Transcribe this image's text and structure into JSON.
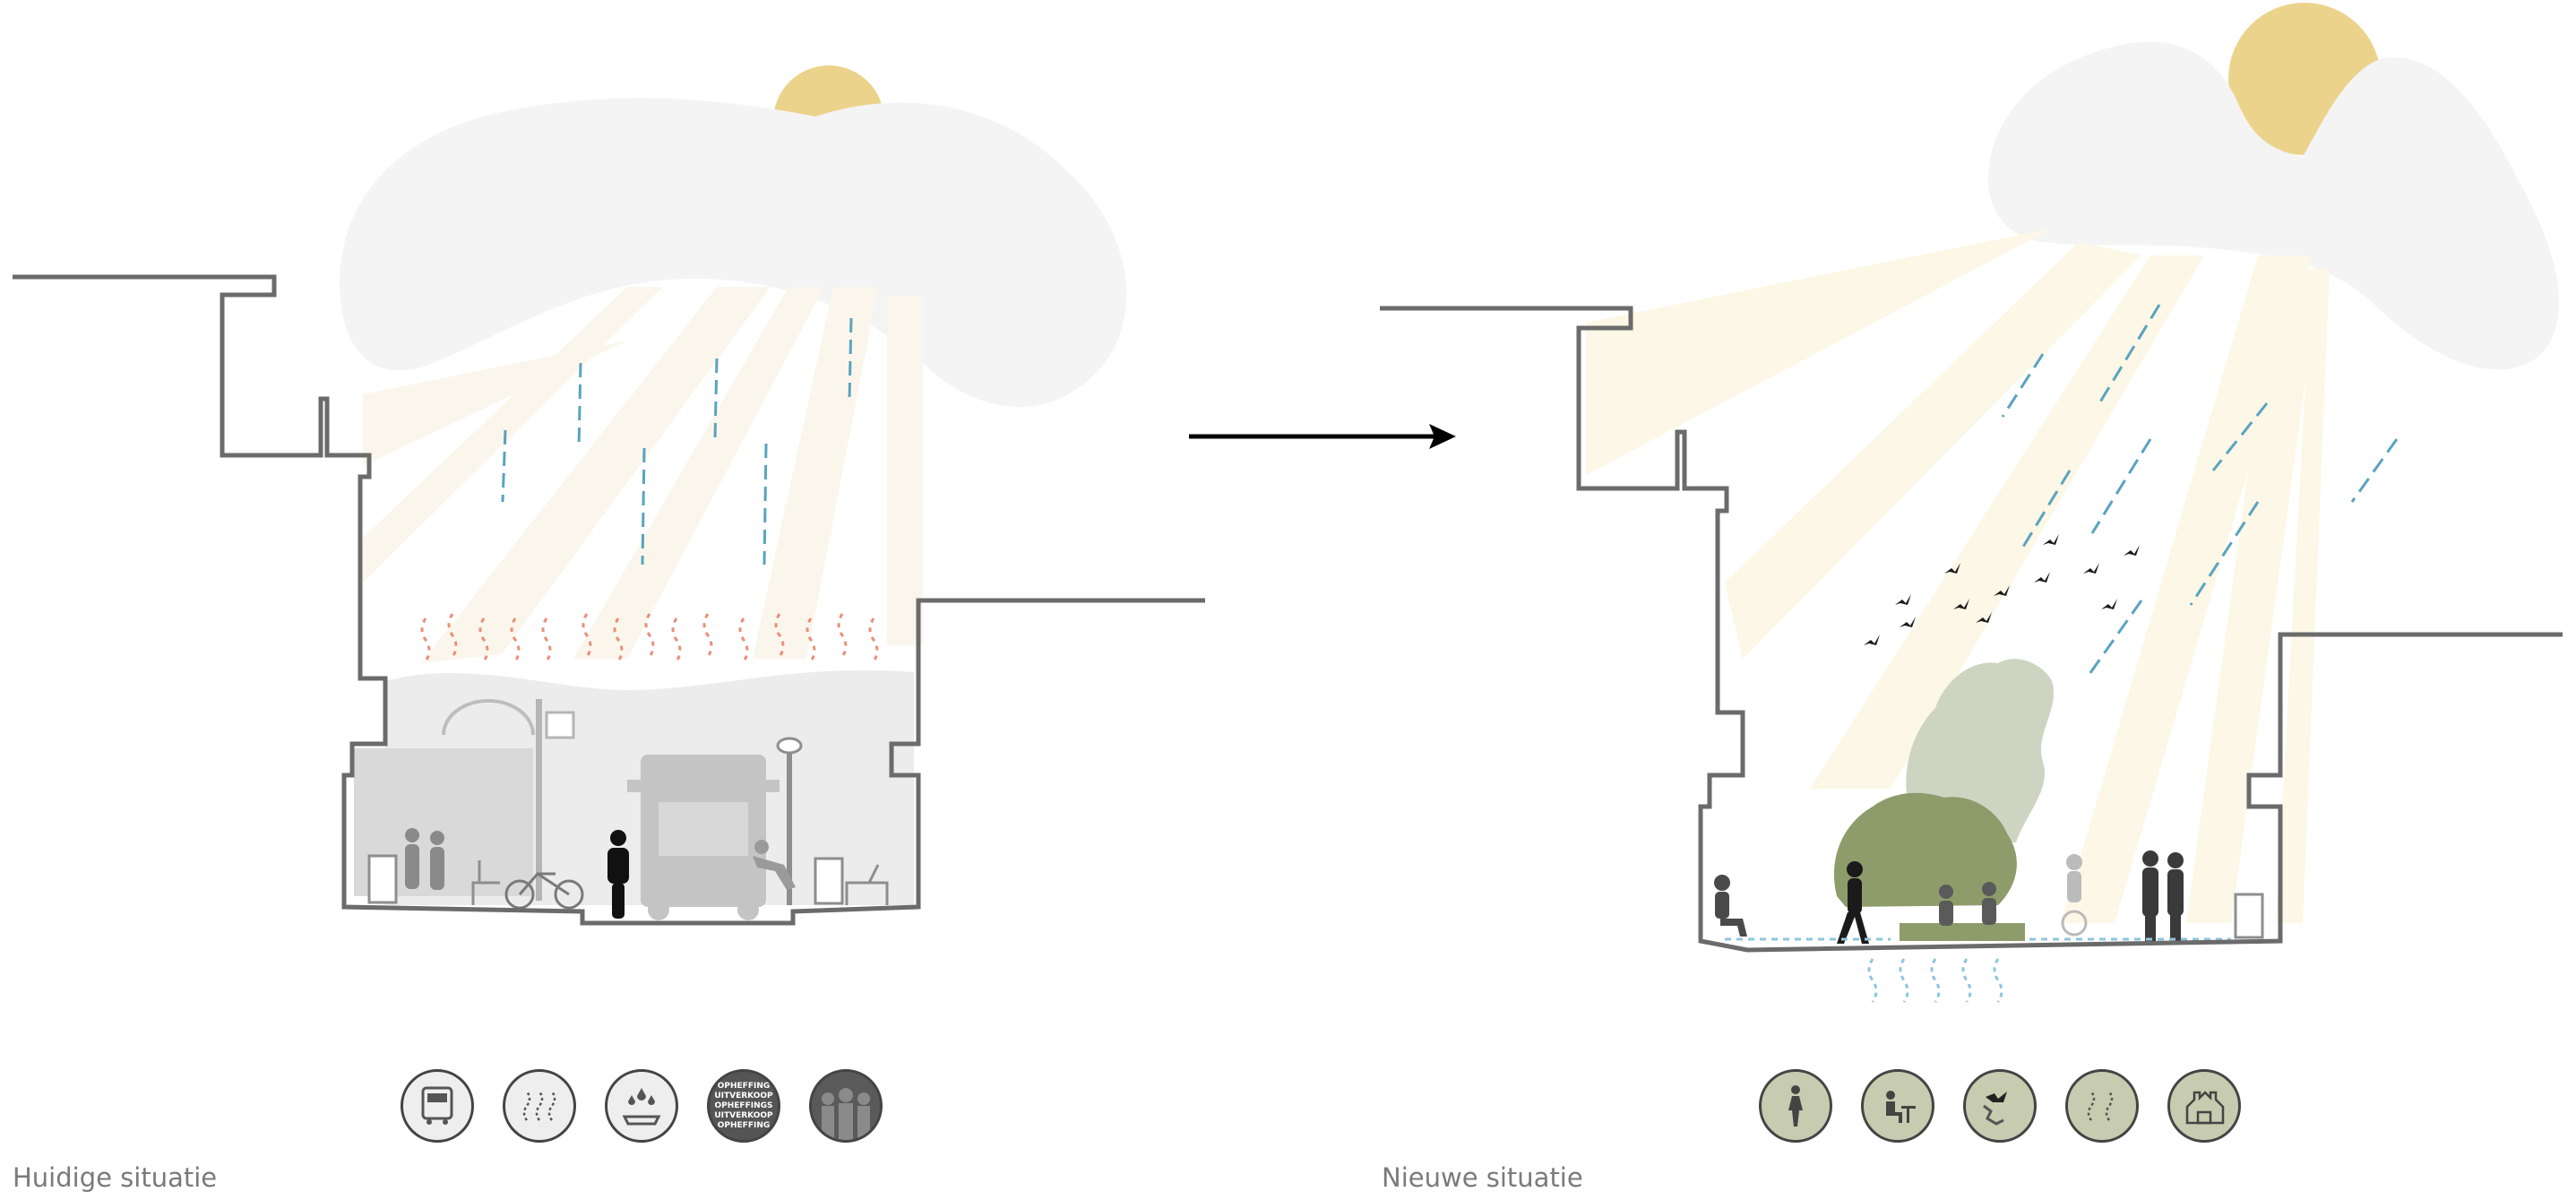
{
  "captions": {
    "current": "Huidige situatie",
    "new": "Nieuwe situatie"
  },
  "colors": {
    "wall": "#6b6b6b",
    "cloud": "#f4f4f4",
    "sun": "#ecd38b",
    "sunrays": "#fcf6e6",
    "rain": "#5aa3bf",
    "heat": "#e8907a",
    "greenery": "#8e9c6b",
    "greenery_light": "#cdd5c2",
    "badge_current": "#eeeeee",
    "badge_new": "#c7cbb0",
    "drainage": "#8ec5dc"
  },
  "icons_current": [
    {
      "name": "truck-icon"
    },
    {
      "name": "heat-flow-icon"
    },
    {
      "name": "rain-pavement-icon"
    },
    {
      "name": "sale-sign-icon",
      "lines": [
        "OPHEFFING",
        "UITVERKOOP",
        "OPHEFFINGS",
        "UITVERKOOP",
        "OPHEFFING"
      ]
    },
    {
      "name": "crowd-icon"
    }
  ],
  "icons_new": [
    {
      "name": "pedestrian-icon"
    },
    {
      "name": "terrace-seating-icon"
    },
    {
      "name": "bird-nature-icon"
    },
    {
      "name": "airflow-icon"
    },
    {
      "name": "green-buildings-icon"
    }
  ]
}
